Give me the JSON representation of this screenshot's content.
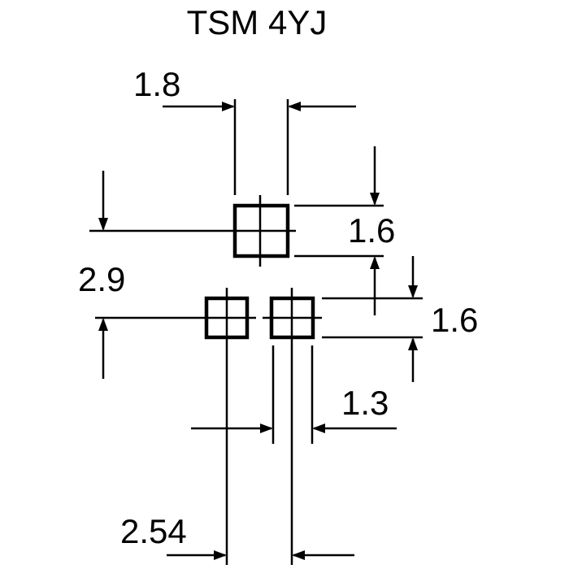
{
  "diagram": {
    "title": "TSM 4YJ",
    "dimensions": {
      "pad_width": "1.8",
      "pad_height_top": "1.6",
      "pad_height_bottom": "1.6",
      "row_spacing": "2.9",
      "pad_gap": "1.3",
      "pitch": "2.54"
    },
    "colors": {
      "line": "#000000",
      "background": "#ffffff"
    }
  }
}
